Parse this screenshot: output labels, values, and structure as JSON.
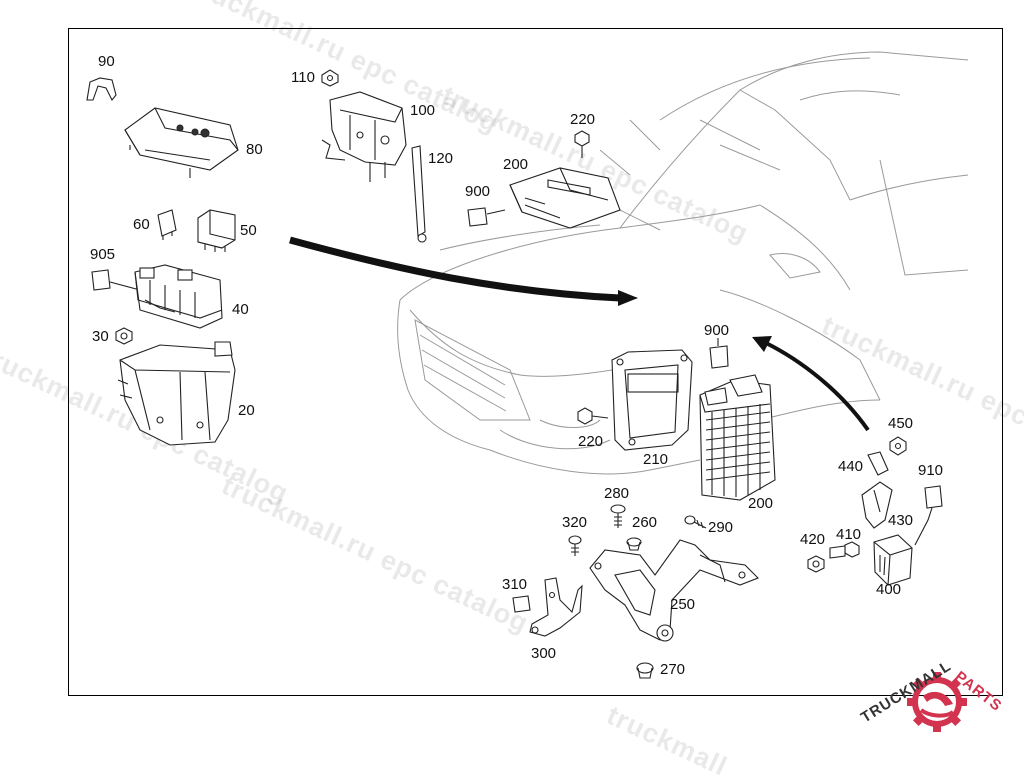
{
  "diagram": {
    "parts": [
      {
        "id": "p90",
        "label": "90"
      },
      {
        "id": "p80",
        "label": "80"
      },
      {
        "id": "p60",
        "label": "60"
      },
      {
        "id": "p50",
        "label": "50"
      },
      {
        "id": "p905",
        "label": "905"
      },
      {
        "id": "p40",
        "label": "40"
      },
      {
        "id": "p30",
        "label": "30"
      },
      {
        "id": "p20",
        "label": "20"
      },
      {
        "id": "p110",
        "label": "110"
      },
      {
        "id": "p100",
        "label": "100"
      },
      {
        "id": "p120",
        "label": "120"
      },
      {
        "id": "p220a",
        "label": "220"
      },
      {
        "id": "p200a",
        "label": "200"
      },
      {
        "id": "p900a",
        "label": "900"
      },
      {
        "id": "p900b",
        "label": "900"
      },
      {
        "id": "p220b",
        "label": "220"
      },
      {
        "id": "p210",
        "label": "210"
      },
      {
        "id": "p200b",
        "label": "200"
      },
      {
        "id": "p450",
        "label": "450"
      },
      {
        "id": "p440",
        "label": "440"
      },
      {
        "id": "p910",
        "label": "910"
      },
      {
        "id": "p430",
        "label": "430"
      },
      {
        "id": "p420",
        "label": "420"
      },
      {
        "id": "p410",
        "label": "410"
      },
      {
        "id": "p400",
        "label": "400"
      },
      {
        "id": "p280",
        "label": "280"
      },
      {
        "id": "p320",
        "label": "320"
      },
      {
        "id": "p260",
        "label": "260"
      },
      {
        "id": "p290",
        "label": "290"
      },
      {
        "id": "p310",
        "label": "310"
      },
      {
        "id": "p250",
        "label": "250"
      },
      {
        "id": "p300",
        "label": "300"
      },
      {
        "id": "p270",
        "label": "270"
      }
    ]
  },
  "watermark": {
    "text": "truckmall.ru epc catalog",
    "short": "truckmall"
  },
  "logo": {
    "text_dark": "TRUCKMALL",
    "text_accent": "PARTS",
    "accent_color": "#d2344f"
  }
}
